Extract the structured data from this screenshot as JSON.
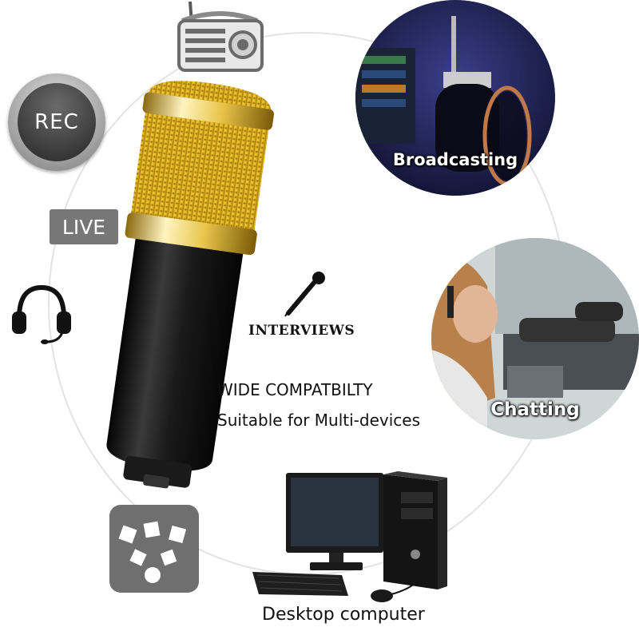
{
  "icons": {
    "radio": "radio-icon",
    "rec": "rec-button-icon",
    "headset": "headset-icon",
    "microphone": "microphone-icon",
    "share": "share-icon",
    "desktop": "desktop-computer-icon"
  },
  "badges": {
    "rec_label": "REC",
    "live_label": "LIVE"
  },
  "photos": {
    "broadcasting_label": "Broadcasting",
    "chatting_label": "Chatting"
  },
  "texts": {
    "interviews": "INTERVIEWS",
    "wide_compat": "WIDE COMPATBILTY",
    "suitable": "Suitable for Multi-devices",
    "desktop": "Desktop computer"
  },
  "colors": {
    "gold": "#e6b81e",
    "mic_body": "#1c1c1c",
    "badge_gray": "#777777",
    "ring_gray": "#e3e3e3"
  }
}
